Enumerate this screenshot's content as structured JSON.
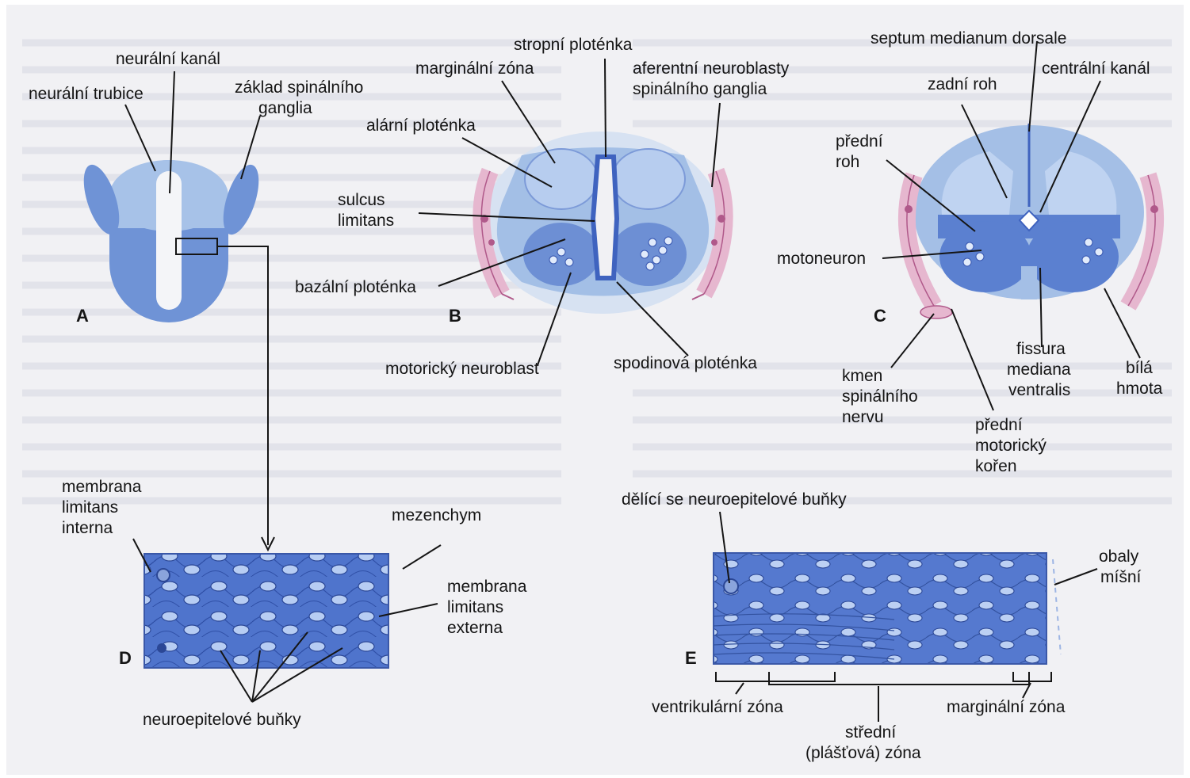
{
  "panels": {
    "A": "A",
    "B": "B",
    "C": "C",
    "D": "D",
    "E": "E"
  },
  "labels": {
    "neuralni_kanal": "neurální kanál",
    "neuralni_trubice": "neurální trubice",
    "zaklad_ganglia": [
      "základ spinálního",
      "ganglia"
    ],
    "stropni_plotenka": "stropní ploténka",
    "marginalni_zona_b": "marginální zóna",
    "alarni_plotenka": "alární ploténka",
    "aferentni": [
      "aferentní neuroblasty",
      "spinálního ganglia"
    ],
    "sulcus_limitans": [
      "sulcus",
      "limitans"
    ],
    "bazalni_plotenka": "bazální ploténka",
    "motoricky_neuroblast": "motorický neuroblast",
    "spodinova_plotenka": "spodinová ploténka",
    "septum": "septum medianum dorsale",
    "centralni_kanal": "centrální kanál",
    "zadni_roh": "zadní roh",
    "predni_roh": [
      "přední",
      "roh"
    ],
    "motoneuron": "motoneuron",
    "kmen": [
      "kmen",
      "spinálního",
      "nervu"
    ],
    "fissura": [
      "fissura",
      "mediana",
      "ventralis"
    ],
    "bila_hmota": [
      "bílá",
      "hmota"
    ],
    "predni_koren": [
      "přední",
      "motorický",
      "kořen"
    ],
    "membrana_interna": [
      "membrana",
      "limitans",
      "interna"
    ],
    "mezenchym": "mezenchym",
    "membrana_externa": [
      "membrana",
      "limitans",
      "externa"
    ],
    "neuroepitelove_bunky": "neuroepitelové buňky",
    "delici_bunky": "dělící se neuroepitelové buňky",
    "obaly_misni": [
      "obaly",
      "míšní"
    ],
    "ventrikularni_zona": "ventrikulární zóna",
    "stredni_zona": [
      "střední",
      "(plášťová) zóna"
    ],
    "marginalni_zona_e": "marginální zóna"
  },
  "colors": {
    "tissue_light": "#a9c3e6",
    "tissue_mid": "#7d9fdc",
    "tissue_dark": "#4a6fc9",
    "canal": "#3f63bf",
    "nerve": "#e6b7cf",
    "nerve_line": "#b0598a",
    "text": "#151515"
  }
}
